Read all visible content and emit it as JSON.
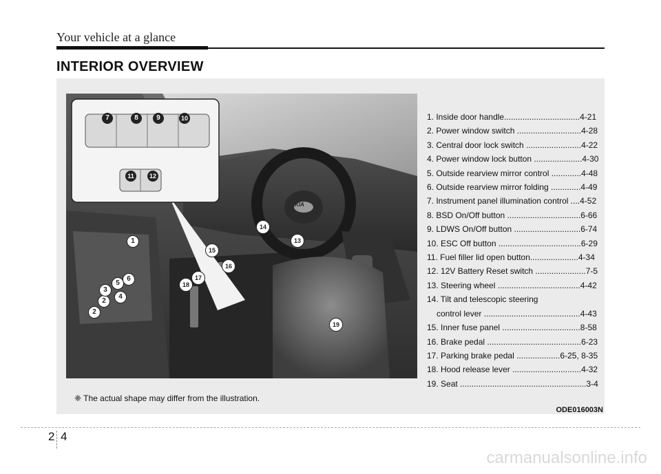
{
  "header": {
    "title": "Your vehicle at a glance"
  },
  "section": {
    "title": "INTERIOR OVERVIEW"
  },
  "legend": [
    {
      "line": "1. Inside door handle.................................4-21"
    },
    {
      "line": "2. Power window switch ............................4-28"
    },
    {
      "line": "3. Central door lock switch ........................4-22"
    },
    {
      "line": "4. Power window lock button .....................4-30"
    },
    {
      "line": "5. Outside rearview mirror control .............4-48"
    },
    {
      "line": "6. Outside rearview mirror folding .............4-49"
    },
    {
      "line": "7. Instrument panel illumination control ....4-52"
    },
    {
      "line": "8. BSD On/Off button ................................6-66"
    },
    {
      "line": "9. LDWS On/Off button .............................6-74"
    },
    {
      "line": "10. ESC Off button ....................................6-29"
    },
    {
      "line": "11. Fuel filler lid open button.....................4-34"
    },
    {
      "line": "12. 12V Battery Reset switch ......................7-5"
    },
    {
      "line": "13. Steering wheel ....................................4-42"
    },
    {
      "line": "14. Tilt and telescopic steering"
    },
    {
      "line": "control lever ..........................................4-43"
    },
    {
      "line": "15. Inner fuse panel ..................................8-58"
    },
    {
      "line": "16. Brake pedal .........................................6-23"
    },
    {
      "line": "17. Parking brake pedal ...................6-25, 8-35"
    },
    {
      "line": "18. Hood release lever ..............................4-32"
    },
    {
      "line": "19. Seat .......................................................3-4"
    }
  ],
  "illustration": {
    "switch_labels_top": [
      "7",
      "8",
      "9",
      "10"
    ],
    "switch_labels_bottom": [
      "11",
      "12"
    ],
    "callouts": [
      "1",
      "2",
      "2",
      "3",
      "4",
      "5",
      "6",
      "13",
      "14",
      "15",
      "16",
      "17",
      "18",
      "19"
    ],
    "logo_text": "KIA"
  },
  "note": "❈ The actual shape may differ from the illustration.",
  "image_code": "ODE016003N",
  "page": {
    "section": "2",
    "number": "4"
  },
  "watermark": "carmanualsonline.info",
  "colors": {
    "panel_bg": "#ebebeb",
    "illustration_bg": "#4a4a4a",
    "callout_fill": "#ffffff"
  }
}
